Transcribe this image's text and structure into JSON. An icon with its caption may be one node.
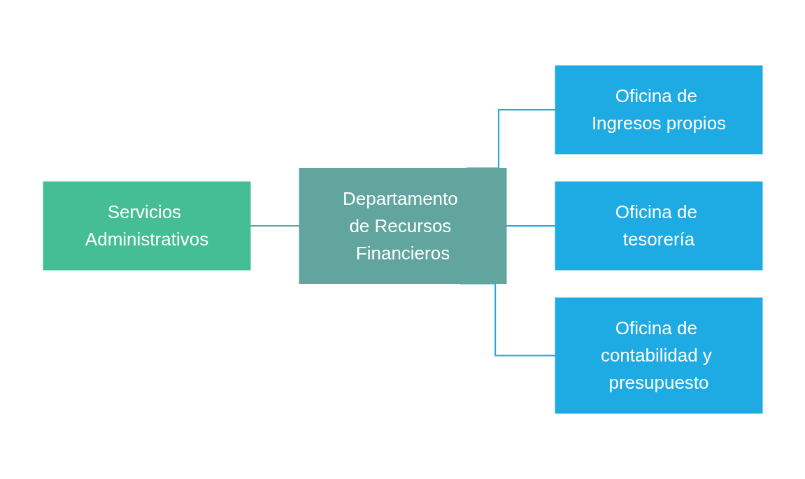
{
  "diagram": {
    "nodes": [
      {
        "text": [
          "Servicios Administrativos"
        ]
      },
      {
        "text": [
          "Departamento de Recursos Financieros"
        ]
      },
      {
        "text": [
          "Oficina de Ingresos propios"
        ]
      },
      {
        "text": [
          "Oficina de tesorería"
        ]
      },
      {
        "text": [
          "Oficina de contabilidad y presupuesto"
        ]
      }
    ],
    "edges": [
      {
        "from": 0,
        "to": 1,
        "arrow": "none",
        "color": "#62a59e"
      },
      {
        "from": 1,
        "to": 2,
        "arrow": "none"
      },
      {
        "from": 1,
        "to": 3,
        "arrow": "none"
      },
      {
        "from": 1,
        "to": 4,
        "arrow": "none"
      }
    ]
  }
}
